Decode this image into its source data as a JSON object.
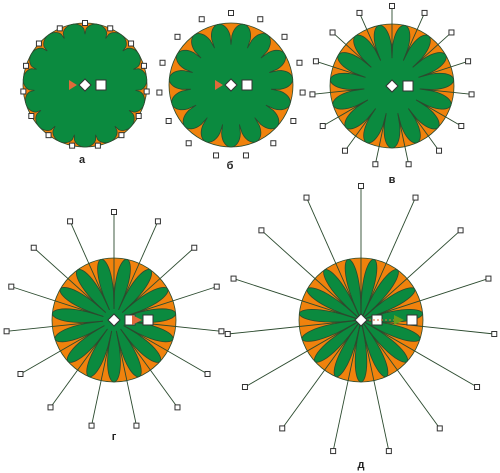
{
  "panels": [
    {
      "id": "a",
      "caption": "а",
      "amplitude": 0.18,
      "segments": 15,
      "handles": "near"
    },
    {
      "id": "b",
      "caption": "б",
      "amplitude": 0.35,
      "segments": 15,
      "handles": "near"
    },
    {
      "id": "v",
      "caption": "в",
      "amplitude": 0.55,
      "segments": 15,
      "handles": "mid"
    },
    {
      "id": "g",
      "caption": "г",
      "amplitude": 0.82,
      "segments": 15,
      "handles": "far"
    },
    {
      "id": "d",
      "caption": "д",
      "amplitude": 0.97,
      "segments": 15,
      "handles": "far"
    }
  ],
  "colors": {
    "outer": "#f0820d",
    "inner": "#0b8a3f",
    "stroke": "#2b4a2e",
    "handle_fill": "#ffffff",
    "handle_stroke": "#333333",
    "arrow": "#e06a3a",
    "arrow_green": "#6a9c1a"
  }
}
